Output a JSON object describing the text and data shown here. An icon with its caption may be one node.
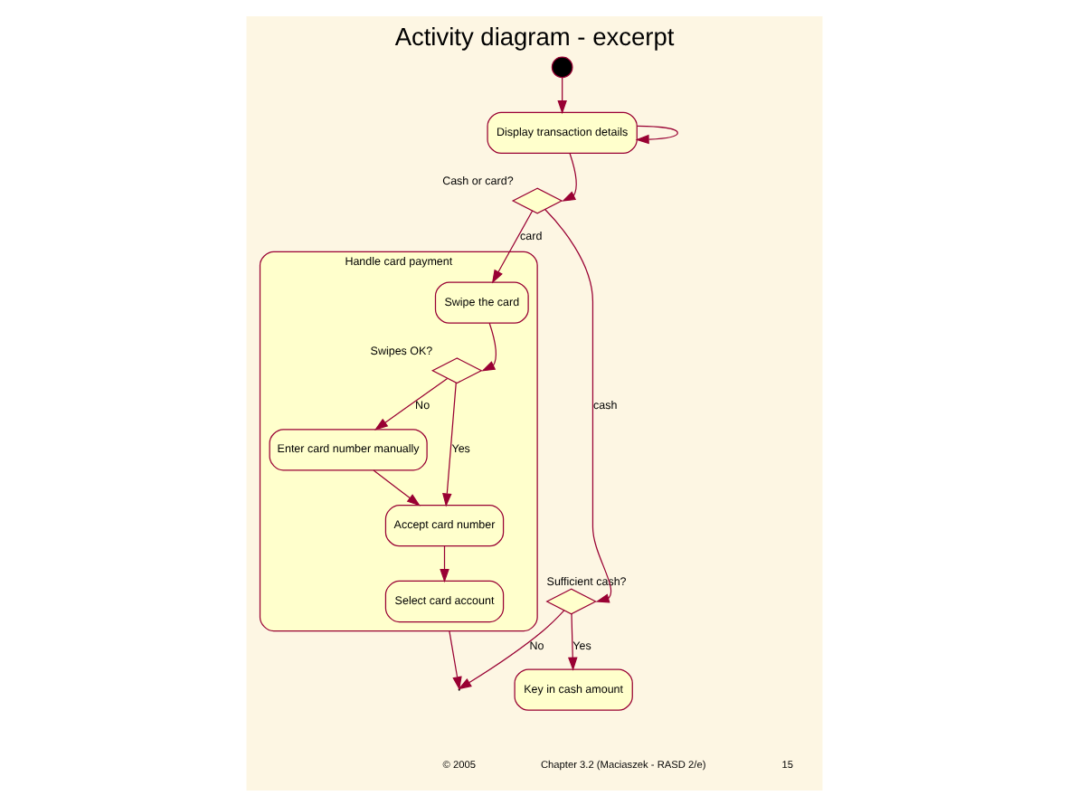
{
  "diagram": {
    "title": "Activity diagram - excerpt",
    "nodes": [
      {
        "text": [],
        "shape": "circle"
      },
      {
        "text": [
          "Display transaction details"
        ]
      },
      {
        "text": [],
        "shape": "diamond",
        "beside": [
          "Cash or card?"
        ]
      },
      {
        "text": [],
        "shape": "diamond",
        "beside": [
          "Sufficient cash?"
        ]
      },
      {
        "text": [
          "Handle card payment"
        ]
      },
      {
        "text": [
          "Swipe the card"
        ],
        "in": 4
      },
      {
        "text": [],
        "shape": "diamond",
        "beside": [
          "Swipes OK?"
        ],
        "in": 4
      },
      {
        "text": [
          "Enter card number manually"
        ],
        "in": 4
      },
      {
        "text": [
          "Accept card number"
        ],
        "in": 4
      },
      {
        "text": [
          "Select card account"
        ],
        "in": 4
      },
      {
        "text": [
          "Key in cash amount"
        ]
      }
    ],
    "edges": [
      {
        "from": 0,
        "to": 1,
        "arrow": "to"
      },
      {
        "from": 1,
        "to": 1,
        "arrow": "to"
      },
      {
        "from": 1,
        "to": 2,
        "arrow": "to"
      },
      {
        "from": 2,
        "to": 3,
        "arrow": "to",
        "label": "cash"
      },
      {
        "from": 2,
        "to": 5,
        "arrow": "to",
        "label": "card"
      },
      {
        "from": 3,
        "to": 10,
        "arrow": "to",
        "label": "Yes"
      },
      {
        "from": 3,
        "to": null,
        "arrow": "to",
        "label": "No"
      },
      {
        "from": 5,
        "to": 6,
        "arrow": "to"
      },
      {
        "from": 6,
        "to": 8,
        "arrow": "to",
        "label": "Yes"
      },
      {
        "from": 6,
        "to": 7,
        "arrow": "to",
        "label": "No"
      },
      {
        "from": 7,
        "to": 8,
        "arrow": "to"
      },
      {
        "from": 8,
        "to": 9,
        "arrow": "to"
      },
      {
        "from": 4,
        "to": null,
        "arrow": "to"
      }
    ],
    "labels": [
      "© 2005",
      "Chapter 3.2 (Maciaszek - RASD 2/e)",
      "15"
    ]
  }
}
